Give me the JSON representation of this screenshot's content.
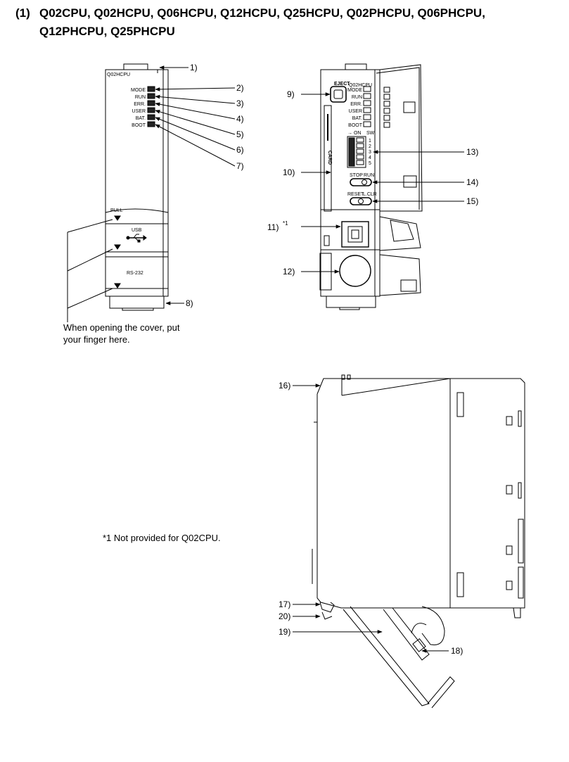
{
  "heading": {
    "number": "(1)",
    "line1": "Q02CPU, Q02HCPU, Q06HCPU, Q12HCPU, Q25HCPU, Q02PHCPU, Q06PHCPU,",
    "line2": "Q12PHCPU, Q25PHCPU"
  },
  "front_view": {
    "model": "Q02HCPU",
    "leds": [
      "MODE",
      "RUN",
      "ERR.",
      "USER",
      "BAT.",
      "BOOT"
    ],
    "pull": "PULL",
    "usb": "USB",
    "rs232": "RS-232",
    "finger_note_line1": "When opening the cover, put",
    "finger_note_line2": "your finger here."
  },
  "open_view": {
    "eject": "EJECT",
    "model": "Q02HCPU",
    "leds": [
      "MODE",
      "RUN",
      "ERR.",
      "USER",
      "BAT.",
      "BOOT"
    ],
    "on_label": "→ ON",
    "sw_label": "SW",
    "sw_numbers": [
      "1",
      "2",
      "3",
      "4",
      "5"
    ],
    "card": "CARD",
    "stop": "STOP",
    "run": "RUN",
    "reset": "RESET",
    "lclr": "L.CLR"
  },
  "callouts": {
    "c1": "1)",
    "c2": "2)",
    "c3": "3)",
    "c4": "4)",
    "c5": "5)",
    "c6": "6)",
    "c7": "7)",
    "c8": "8)",
    "c9": "9)",
    "c10": "10)",
    "c11": "11)",
    "c11_star": "*1",
    "c12": "12)",
    "c13": "13)",
    "c14": "14)",
    "c15": "15)",
    "c16": "16)",
    "c17": "17)",
    "c18": "18)",
    "c19": "19)",
    "c20": "20)"
  },
  "footnote": "*1 Not provided for Q02CPU."
}
